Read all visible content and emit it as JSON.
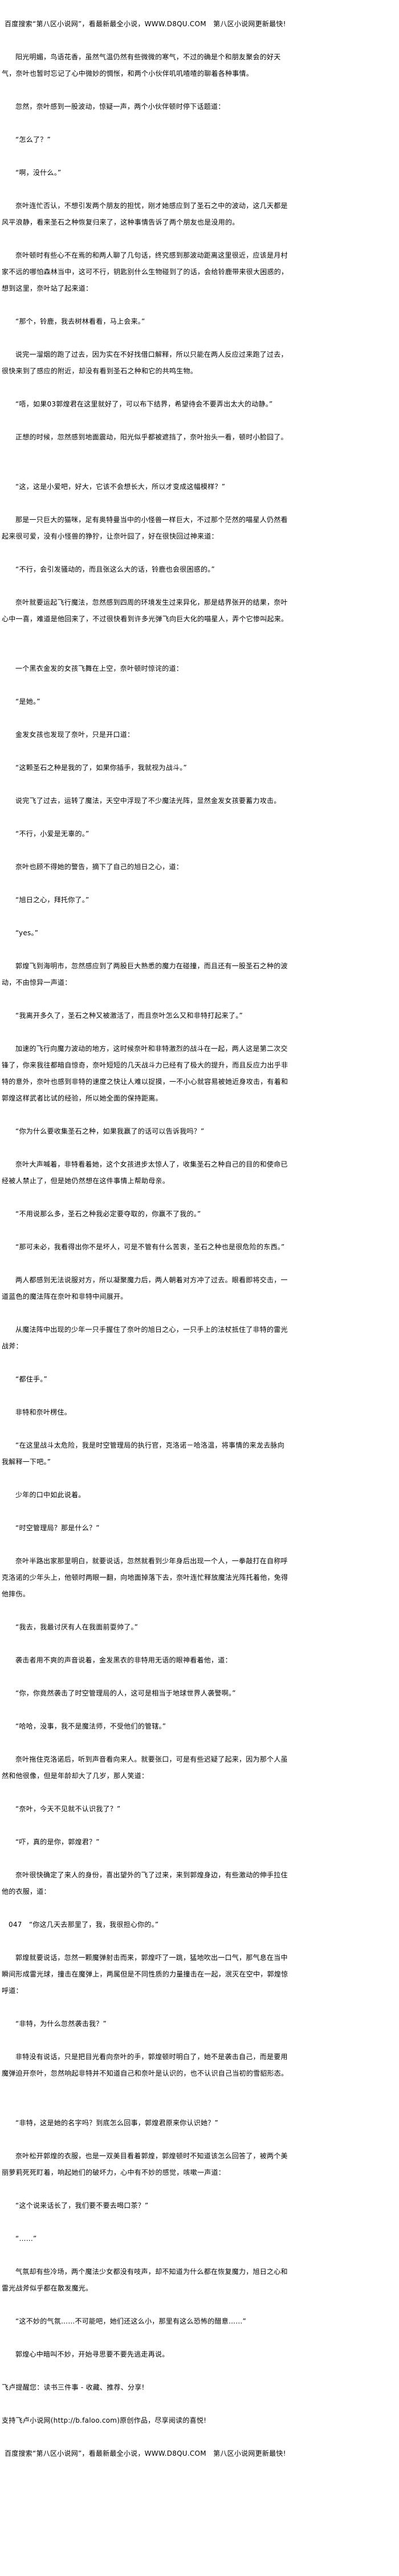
{
  "header": {
    "banner": "百度搜索“第八区小说网”，看最新最全小说，WWW.D8QU.COM　第八区小说网更新最快!"
  },
  "article": {
    "paragraphs": [
      "阳光明媚，鸟语花香，虽然气温仍然有些微微的寒气，不过的确是个和朋友聚会的好天气，奈叶也暂时忘记了心中微妙的惆怅，和两个小伙伴叽叽喳喳的聊着各种事情。",
      "忽然，奈叶感到一股波动，惊疑一声，两个小伙伴顿时停下话题道：",
      "“怎么了？”",
      "“啊，没什么。”",
      "奈叶连忙否认，不想引发两个朋友的担忧，刚才她感应到了圣石之中的波动，这几天都是风平浪静，看来圣石之种恢复归来了，这种事情告诉了两个朋友也是没用的。",
      "奈叶顿时有些心不在焉的和两人聊了几句话，终究感到那波动距离这里很近，应该是月村家不远的哪怕森林当中，这可不行，钥匙别什么生物碰到了的话，会给铃鹿带来很大困惑的，想到这里，奈叶站了起来道：",
      "“那个，铃鹿，我去树林看看，马上会来。”",
      "说完一溜烟的跑了过去，因为实在不好找借口解释，所以只能在两人反应过来跑了过去，很快来到了感应的附近，却没有看到圣石之种和它的共鸣生物。",
      "“唔，如果03郭煌君在这里就好了，可以布下结界，希望待会不要弄出太大的动静。”",
      "正想的时候，忽然感到地面震动，阳光似乎都被遮挡了，奈叶抬头一看，顿时小脸囧了。",
      "“这，这是小爱吧，好大，它该不会想长大，所以才变成这幅模样？”",
      "那是一只巨大的猫咪，足有奥特曼当中的小怪兽一样巨大，不过那个茫然的喵星人仍然看起来很可爱，没有小怪兽的狰狞，让奈叶囧了，好在很快回过神来道：",
      "“不行，会引发骚动的，而且张这么大的话，铃鹿也会很困惑的。”",
      "奈叶就要运起飞行魔法，忽然感到四周的环境发生过来异化，那是结界张开的结果，奈叶心中一喜，难道是他回来了，不过很快看到许多光弹飞向巨大化的喵星人，弄个它惨叫起来。",
      "一个黑衣金发的女孩飞舞在上空，奈叶顿时惊诧的道：",
      "“是她。”",
      "金发女孩也发现了奈叶，只是开口道：",
      "“这颗圣石之种是我的了，如果你插手，我就视为战斗。”",
      "说完飞了过去，运转了魔法，天空中浮现了不少魔法光阵，显然金发女孩要蓄力攻击。",
      "“不行，小爱是无辜的。”",
      "奈叶也顾不得她的警告，摘下了自己的旭日之心，道：",
      "“旭日之心，拜托你了。”",
      "“yes。”",
      "郭煌飞到海明市，忽然感应到了两股巨大熟悉的魔力在碰撞，而且还有一股圣石之种的波动，不由惊异一声道：",
      "“我离开多久了，圣石之种又被激活了，而且奈叶怎么又和非特打起来了。”",
      "加速的飞行向魔力波动的地方，这时候奈叶和非特激烈的战斗在一起，两人这是第二次交锋了，你来我往都暗自惊奇，奈叶短短的几天战斗力已经有了极大的提升，而且反应力出乎非特的意外，奈叶也感到非特的速度之快让人难以捉摸，一不小心就容易被她近身攻击，有着和郭煌这样武者比试的经验，所以她全面的保持距离。",
      "“你为什么要收集圣石之种，如果我赢了的话可以告诉我吗？”",
      "奈叶大声喊着，非特看着她，这个女孩进步太惊人了，收集圣石之种自己的目的和使命已经被人禁止了，但是她仍然想在这件事情上帮助母亲。",
      "“不用说那么多，圣石之种我必定要夺取的，你赢不了我的。”",
      "“那可未必，我看得出你不是坏人，可是不管有什么苦衷，圣石之种也是很危险的东西。”",
      "两人都感到无法说服对方，所以凝聚魔力后，两人朝着对方冲了过去。眼看即将交击，一道蓝色的魔法阵在奈叶和非特中间展开。",
      "从魔法阵中出现的少年一只手握住了奈叶的旭日之心，一只手上的法杖抵住了非特的雷光战斧：",
      "“都住手。”",
      "非特和奈叶楞住。",
      "“在这里战斗太危险，我是时空管理局的执行官，克洛诺－哈洛温，将事情的来龙去脉向我解释一下吧。”",
      "少年的口中如此说着。",
      "“时空管理局？那是什么？”",
      "奈叶半路出家那里明白，就要说话，忽然就看到少年身后出现一个人，一拳敲打在自称呼克洛诺的少年头上，他顿时两眼一翻，向地面掉落下去，奈叶连忙释放魔法光阵托着他，免得他摔伤。",
      "“我去，我最讨厌有人在我面前耍帅了。”",
      "袭击者用不爽的声音说着，金发黑衣的非特用无语的眼神看着他，道：",
      "“你，你竟然袭击了时空管理局的人，这可是相当于地球世界人袭警啊。”",
      "“哈哈，没事，我不是魔法师，不受他们的管辖。”",
      "奈叶拖住克洛诺后，听到声音看向来人。就要张口，可是有些迟疑了起来，因为那个人虽然和他很像，但是年龄却大了几岁，那人笑道：",
      "“奈叶，今天不见就不认识我了？”",
      "“吓，真的是你，郭煌君？”",
      "奈叶很快确定了来人的身份，喜出望外的飞了过来，来到郭煌身边，有些激动的伸手拉住他的衣服，道：",
      "047　“你这几天去那里了，我，我很担心你的。”",
      "郭煌就要说话，忽然一颗魔弹射击而来，郭煌吓了一跳，猛地吹出一口气，那气息在当中瞬间形成雷光球，撞击在魔弹上，两属但是不同性质的力量撞击在一起，泯灭在空中，郭煌惊呼道：",
      "“非特，为什么忽然袭击我？”",
      "非特没有说话，只是把目光看向奈叶的手，郭煌顿时明白了，她不是袭击自己，而是要用魔弹迫开奈叶，忽然响起非特并不知道自己和奈叶是认识的，也不认识自己当初的雪貂形态。",
      "“非特，这是她的名字吗？到底怎么回事，郭煌君原来你认识她？”",
      "奈叶松开郭煌的衣服，也是一双美目看着郭煌，郭煌顿时不知道该怎么回答了，被两个美丽萝莉死死盯着，响起她们的破坏力，心中有不妙的感觉，咳嗽一声道：",
      "“这个说来话长了，我们要不要去喝口茶？”",
      "“……”",
      "气氛却有些冷场，两个魔法少女都没有吱声，却不知道为什么都在恢复魔力，旭日之心和雷光战斧似乎都在散发魔光。",
      "“这不妙的气氛……不可能吧，她们还这么小，那里有这么恐怖的醋意……”",
      "郭煌心中暗叫不妙，开始寻思要不要先逃走再说。"
    ]
  },
  "footer": {
    "reminder": "飞卢提醒您：读书三件事 - 收藏、推荐、分享!",
    "support": "支持飞卢小说网(http://b.faloo.com)原创作品，尽享阅读的喜悦!",
    "banner": "百度搜索“第八区小说网”，看最新最全小说，WWW.D8QU.COM　第八区小说网更新最快!"
  }
}
